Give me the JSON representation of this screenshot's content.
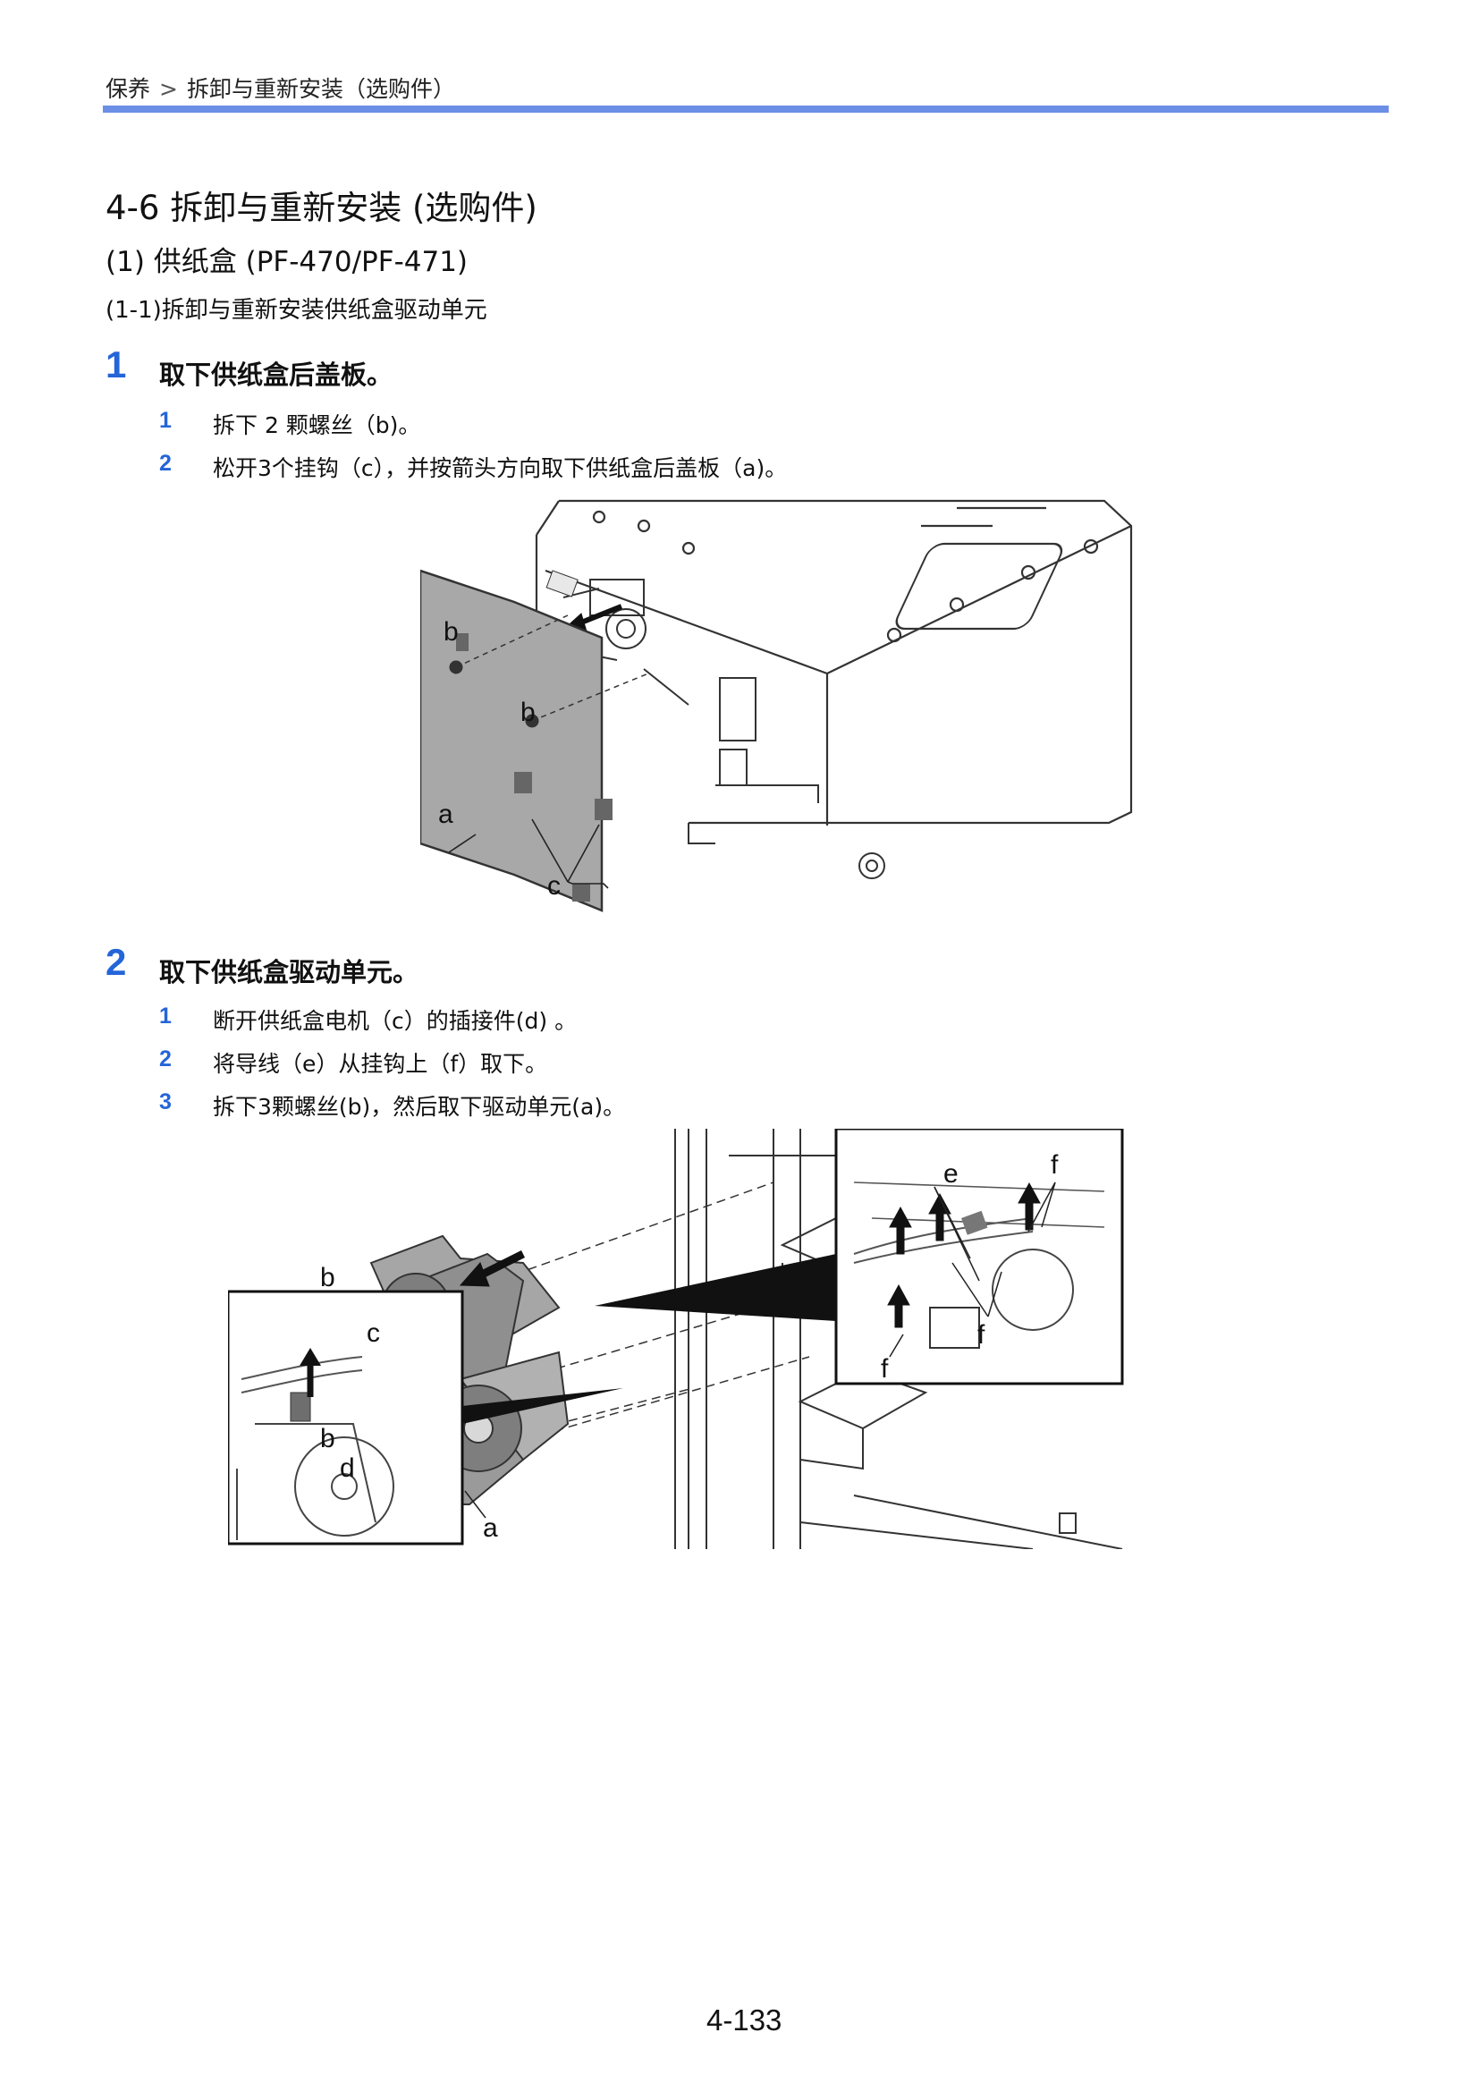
{
  "breadcrumb": {
    "part1": "保养",
    "separator": ">",
    "part2": "拆卸与重新安装（选购件）"
  },
  "heading": {
    "section": "4-6 拆卸与重新安装 (选购件)",
    "subsection": "(1) 供纸盒 (PF-470/PF-471)",
    "procedure": "(1-1)拆卸与重新安装供纸盒驱动单元"
  },
  "steps": [
    {
      "number": "1",
      "title": "取下供纸盒后盖板。",
      "substeps": [
        {
          "number": "1",
          "text": "拆下 2 颗螺丝（b)。"
        },
        {
          "number": "2",
          "text": "松开3个挂钩（c），并按箭头方向取下供纸盒后盖板（a)。"
        }
      ]
    },
    {
      "number": "2",
      "title": "取下供纸盒驱动单元。",
      "substeps": [
        {
          "number": "1",
          "text": "断开供纸盒电机（c）的插接件(d) 。"
        },
        {
          "number": "2",
          "text": "将导线（e）从挂钩上（f）取下。"
        },
        {
          "number": "3",
          "text": "拆下3颗螺丝(b)，然后取下驱动单元(a)。"
        }
      ]
    }
  ],
  "figure1_labels": {
    "b1": "b",
    "b2": "b",
    "a": "a",
    "c": "c"
  },
  "figure2_labels": {
    "b1": "b",
    "b2": "b",
    "a": "a",
    "c": "c",
    "d": "d",
    "e": "e",
    "f1": "f",
    "f2": "f",
    "f3": "f"
  },
  "page_number": "4-133",
  "colors": {
    "accent_blue": "#2465d8",
    "rule_blue": "#6b8fe6"
  }
}
